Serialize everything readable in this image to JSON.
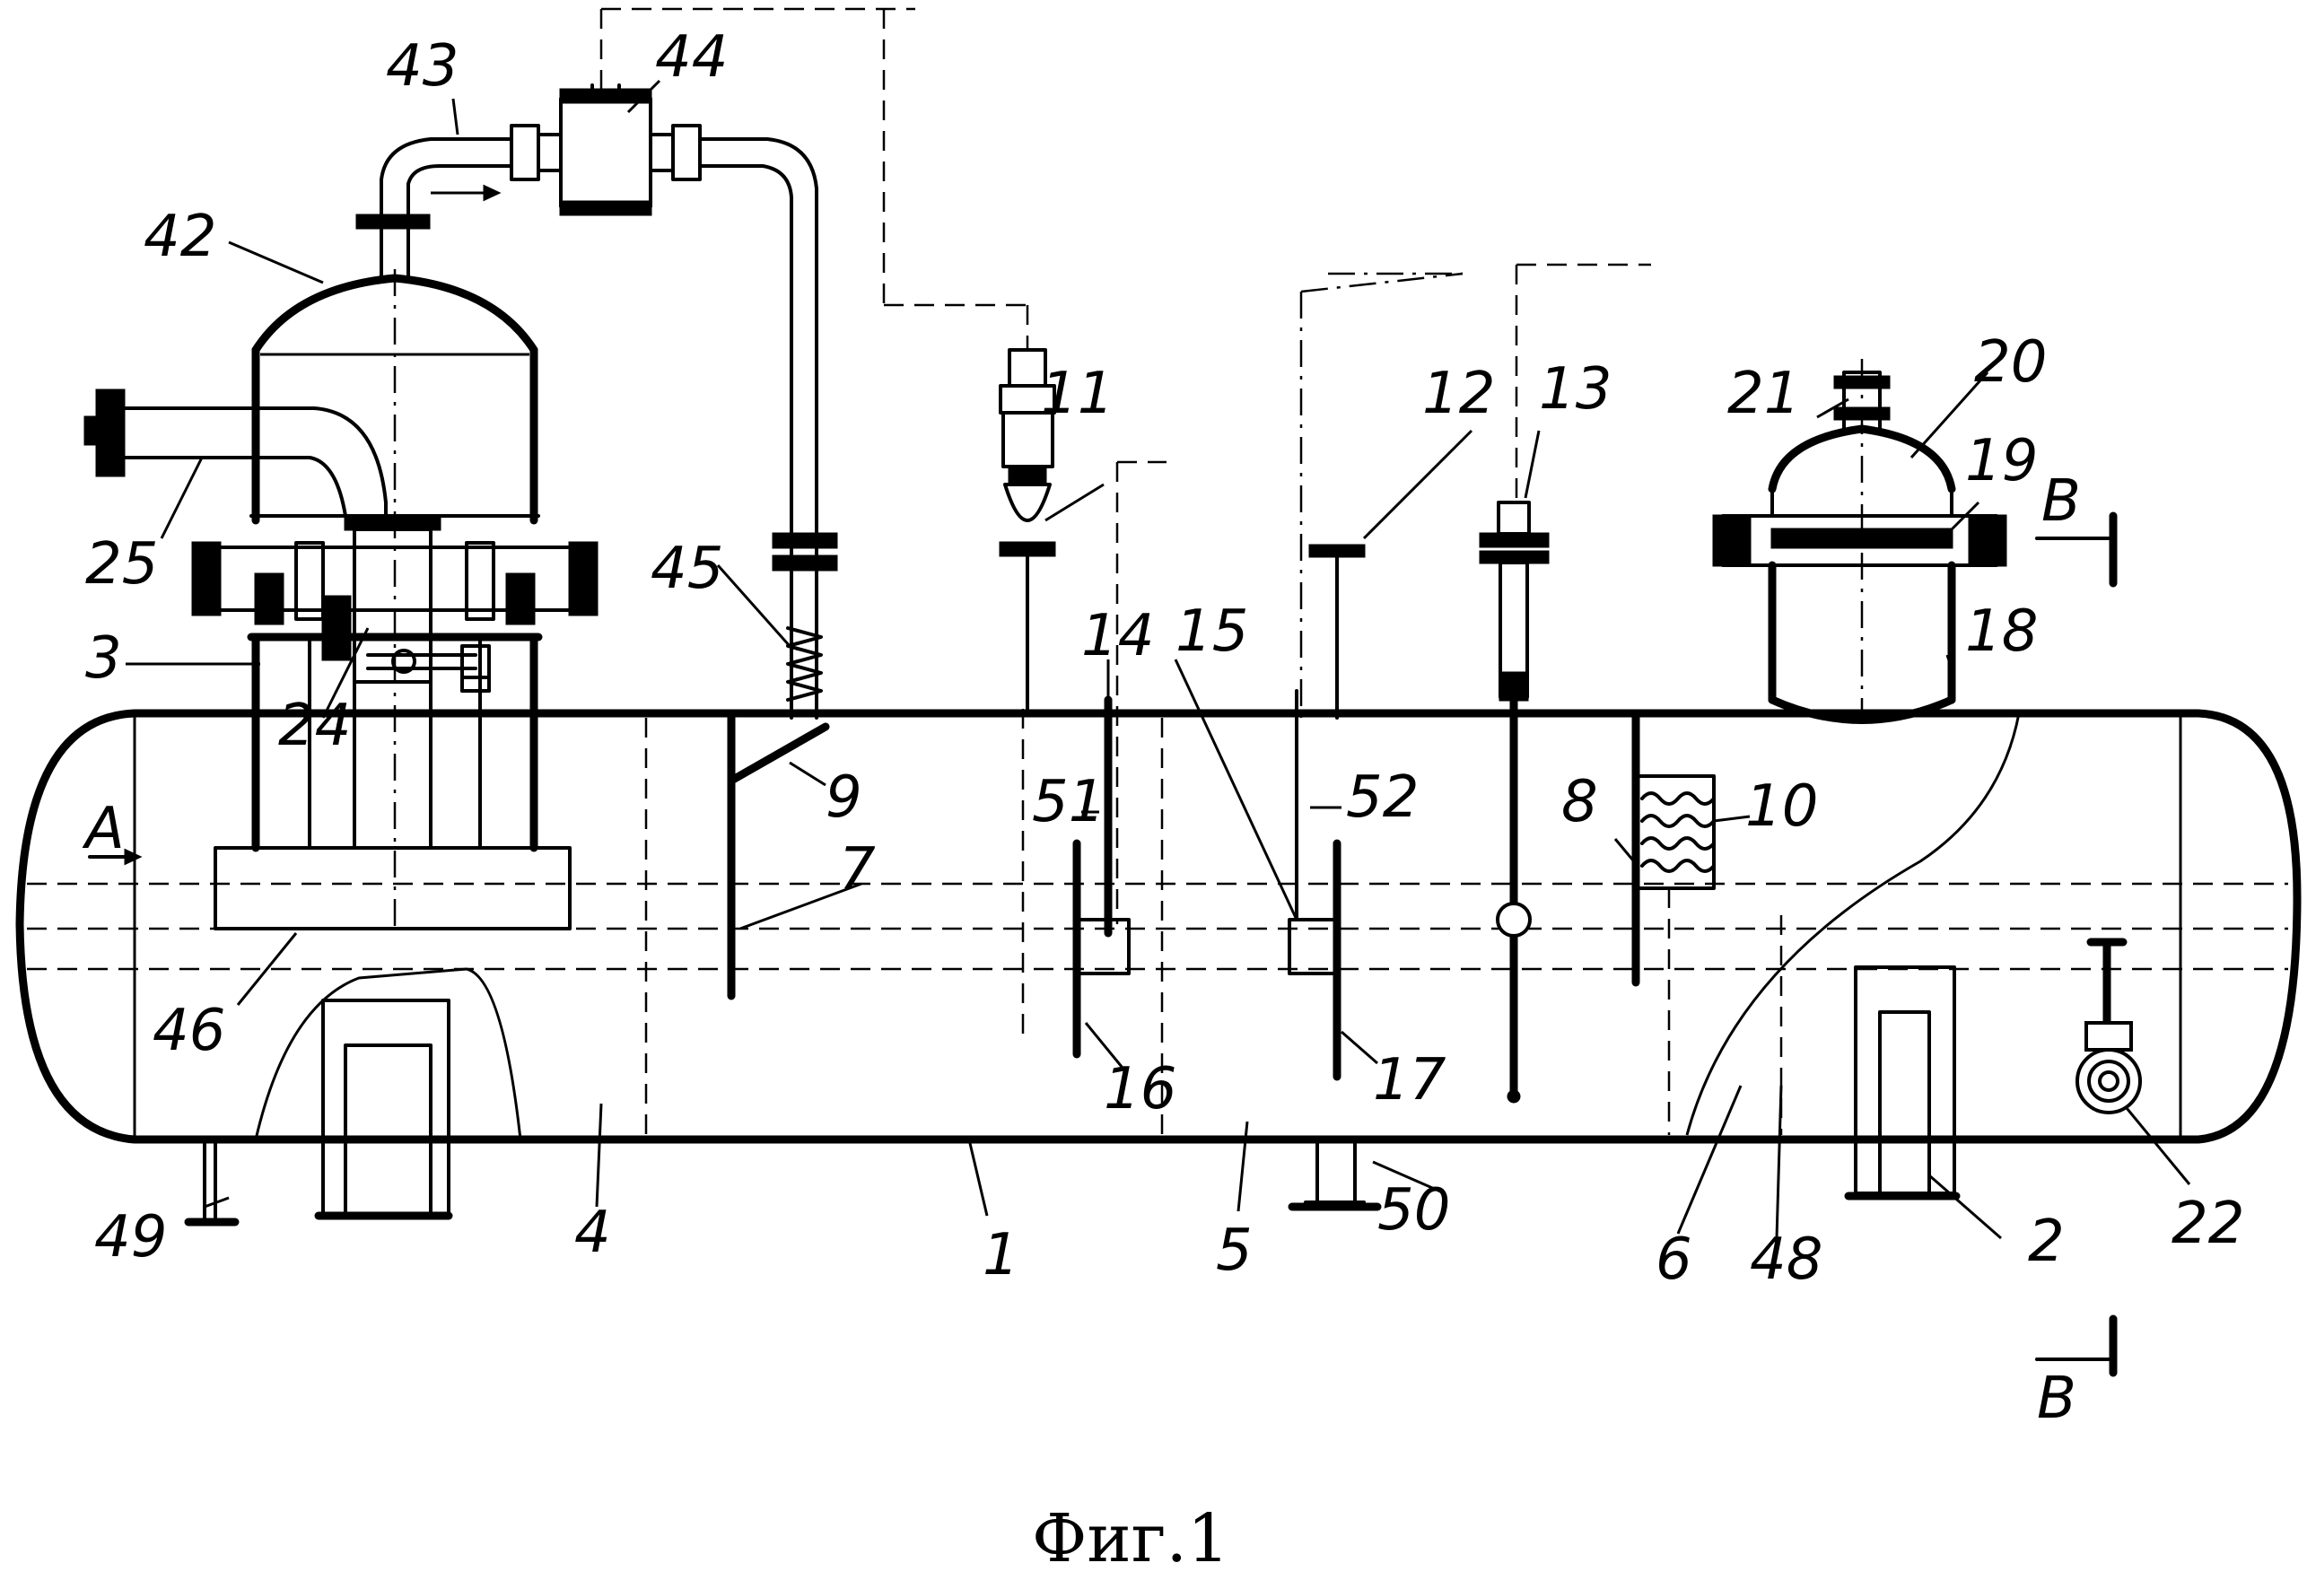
{
  "figure": {
    "caption": "Фиг.1"
  },
  "labels": {
    "l1": "1",
    "l2": "2",
    "l3": "3",
    "l4": "4",
    "l5": "5",
    "l6": "6",
    "l7": "7",
    "l8": "8",
    "l9": "9",
    "l10": "10",
    "l11": "11",
    "l12": "12",
    "l13": "13",
    "l14": "14",
    "l15": "15",
    "l16": "16",
    "l17": "17",
    "l18": "18",
    "l19": "19",
    "l20": "20",
    "l21": "21",
    "l22": "22",
    "l24": "24",
    "l25": "25",
    "l42": "42",
    "l43": "43",
    "l44": "44",
    "l45": "45",
    "l46": "46",
    "l48": "48",
    "l49": "49",
    "l50": "50",
    "l51": "51",
    "l52": "52"
  },
  "section_marks": {
    "a": "A",
    "b_top": "B",
    "b_bottom": "B"
  }
}
